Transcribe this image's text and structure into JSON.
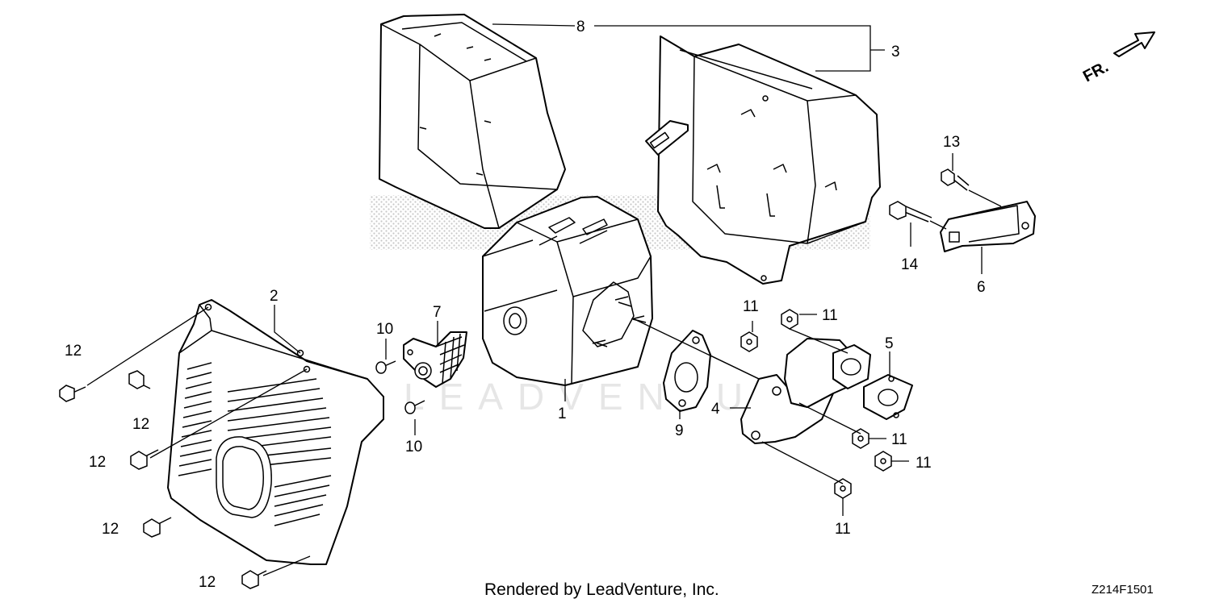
{
  "diagram": {
    "callouts": [
      "1",
      "2",
      "3",
      "4",
      "5",
      "6",
      "7",
      "8",
      "9",
      "10",
      "10",
      "11",
      "11",
      "11",
      "11",
      "11",
      "12",
      "12",
      "12",
      "12",
      "12",
      "13",
      "14"
    ],
    "direction_marker": "FR.",
    "footer_text": "Rendered by LeadVenture, Inc.",
    "drawing_code": "Z214F1501",
    "watermark": "LEADVENTURE"
  }
}
